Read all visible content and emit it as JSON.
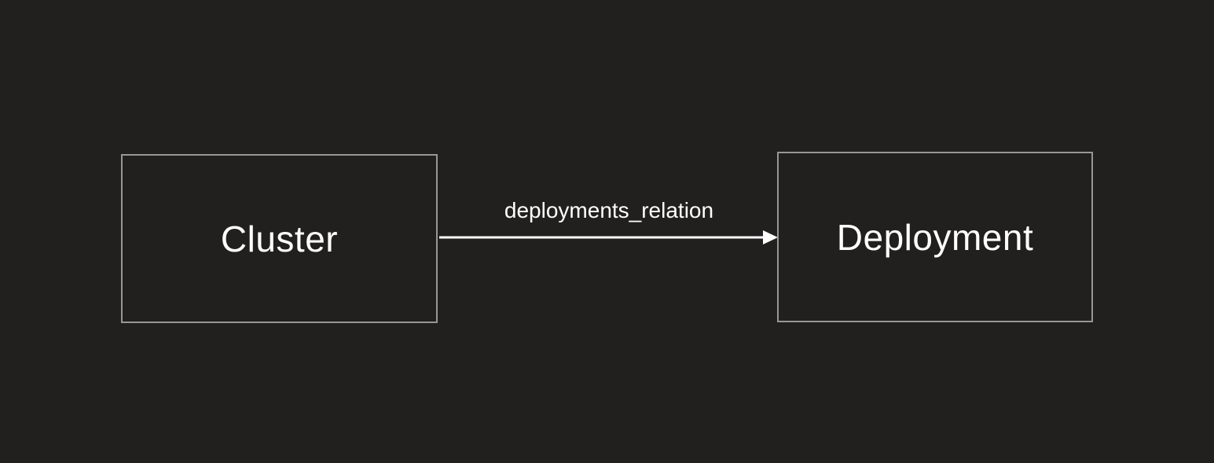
{
  "diagram": {
    "nodes": [
      {
        "id": "cluster",
        "label": "Cluster"
      },
      {
        "id": "deployment",
        "label": "Deployment"
      }
    ],
    "edges": [
      {
        "label": "deployments_relation",
        "from": "cluster",
        "to": "deployment",
        "direction": "right"
      }
    ],
    "colors": {
      "background": "#221f1f",
      "node_border": "#979795",
      "node_fill": "transparent",
      "text": "#ffffff",
      "arrow": "#ffffff"
    }
  }
}
